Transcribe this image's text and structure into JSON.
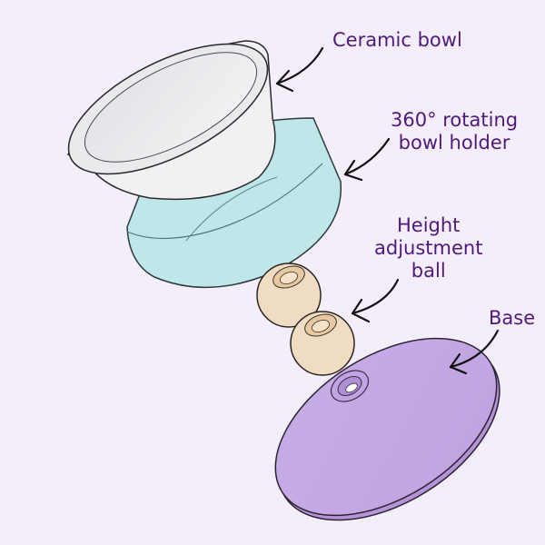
{
  "diagram": {
    "background": "#f4eefb",
    "label_color": "#4f1a7a",
    "parts": [
      {
        "id": "ceramic-bowl",
        "label_lines": [
          "Ceramic bowl"
        ],
        "color": "#f0f0f2"
      },
      {
        "id": "bowl-holder",
        "label_lines": [
          "360° rotating",
          "bowl holder"
        ],
        "color": "#b8e6e8"
      },
      {
        "id": "height-ball",
        "label_lines": [
          "Height",
          "adjustment",
          "ball"
        ],
        "color": "#f0dcc2"
      },
      {
        "id": "base",
        "label_lines": [
          "Base"
        ],
        "color": "#c6a8e4"
      }
    ]
  }
}
